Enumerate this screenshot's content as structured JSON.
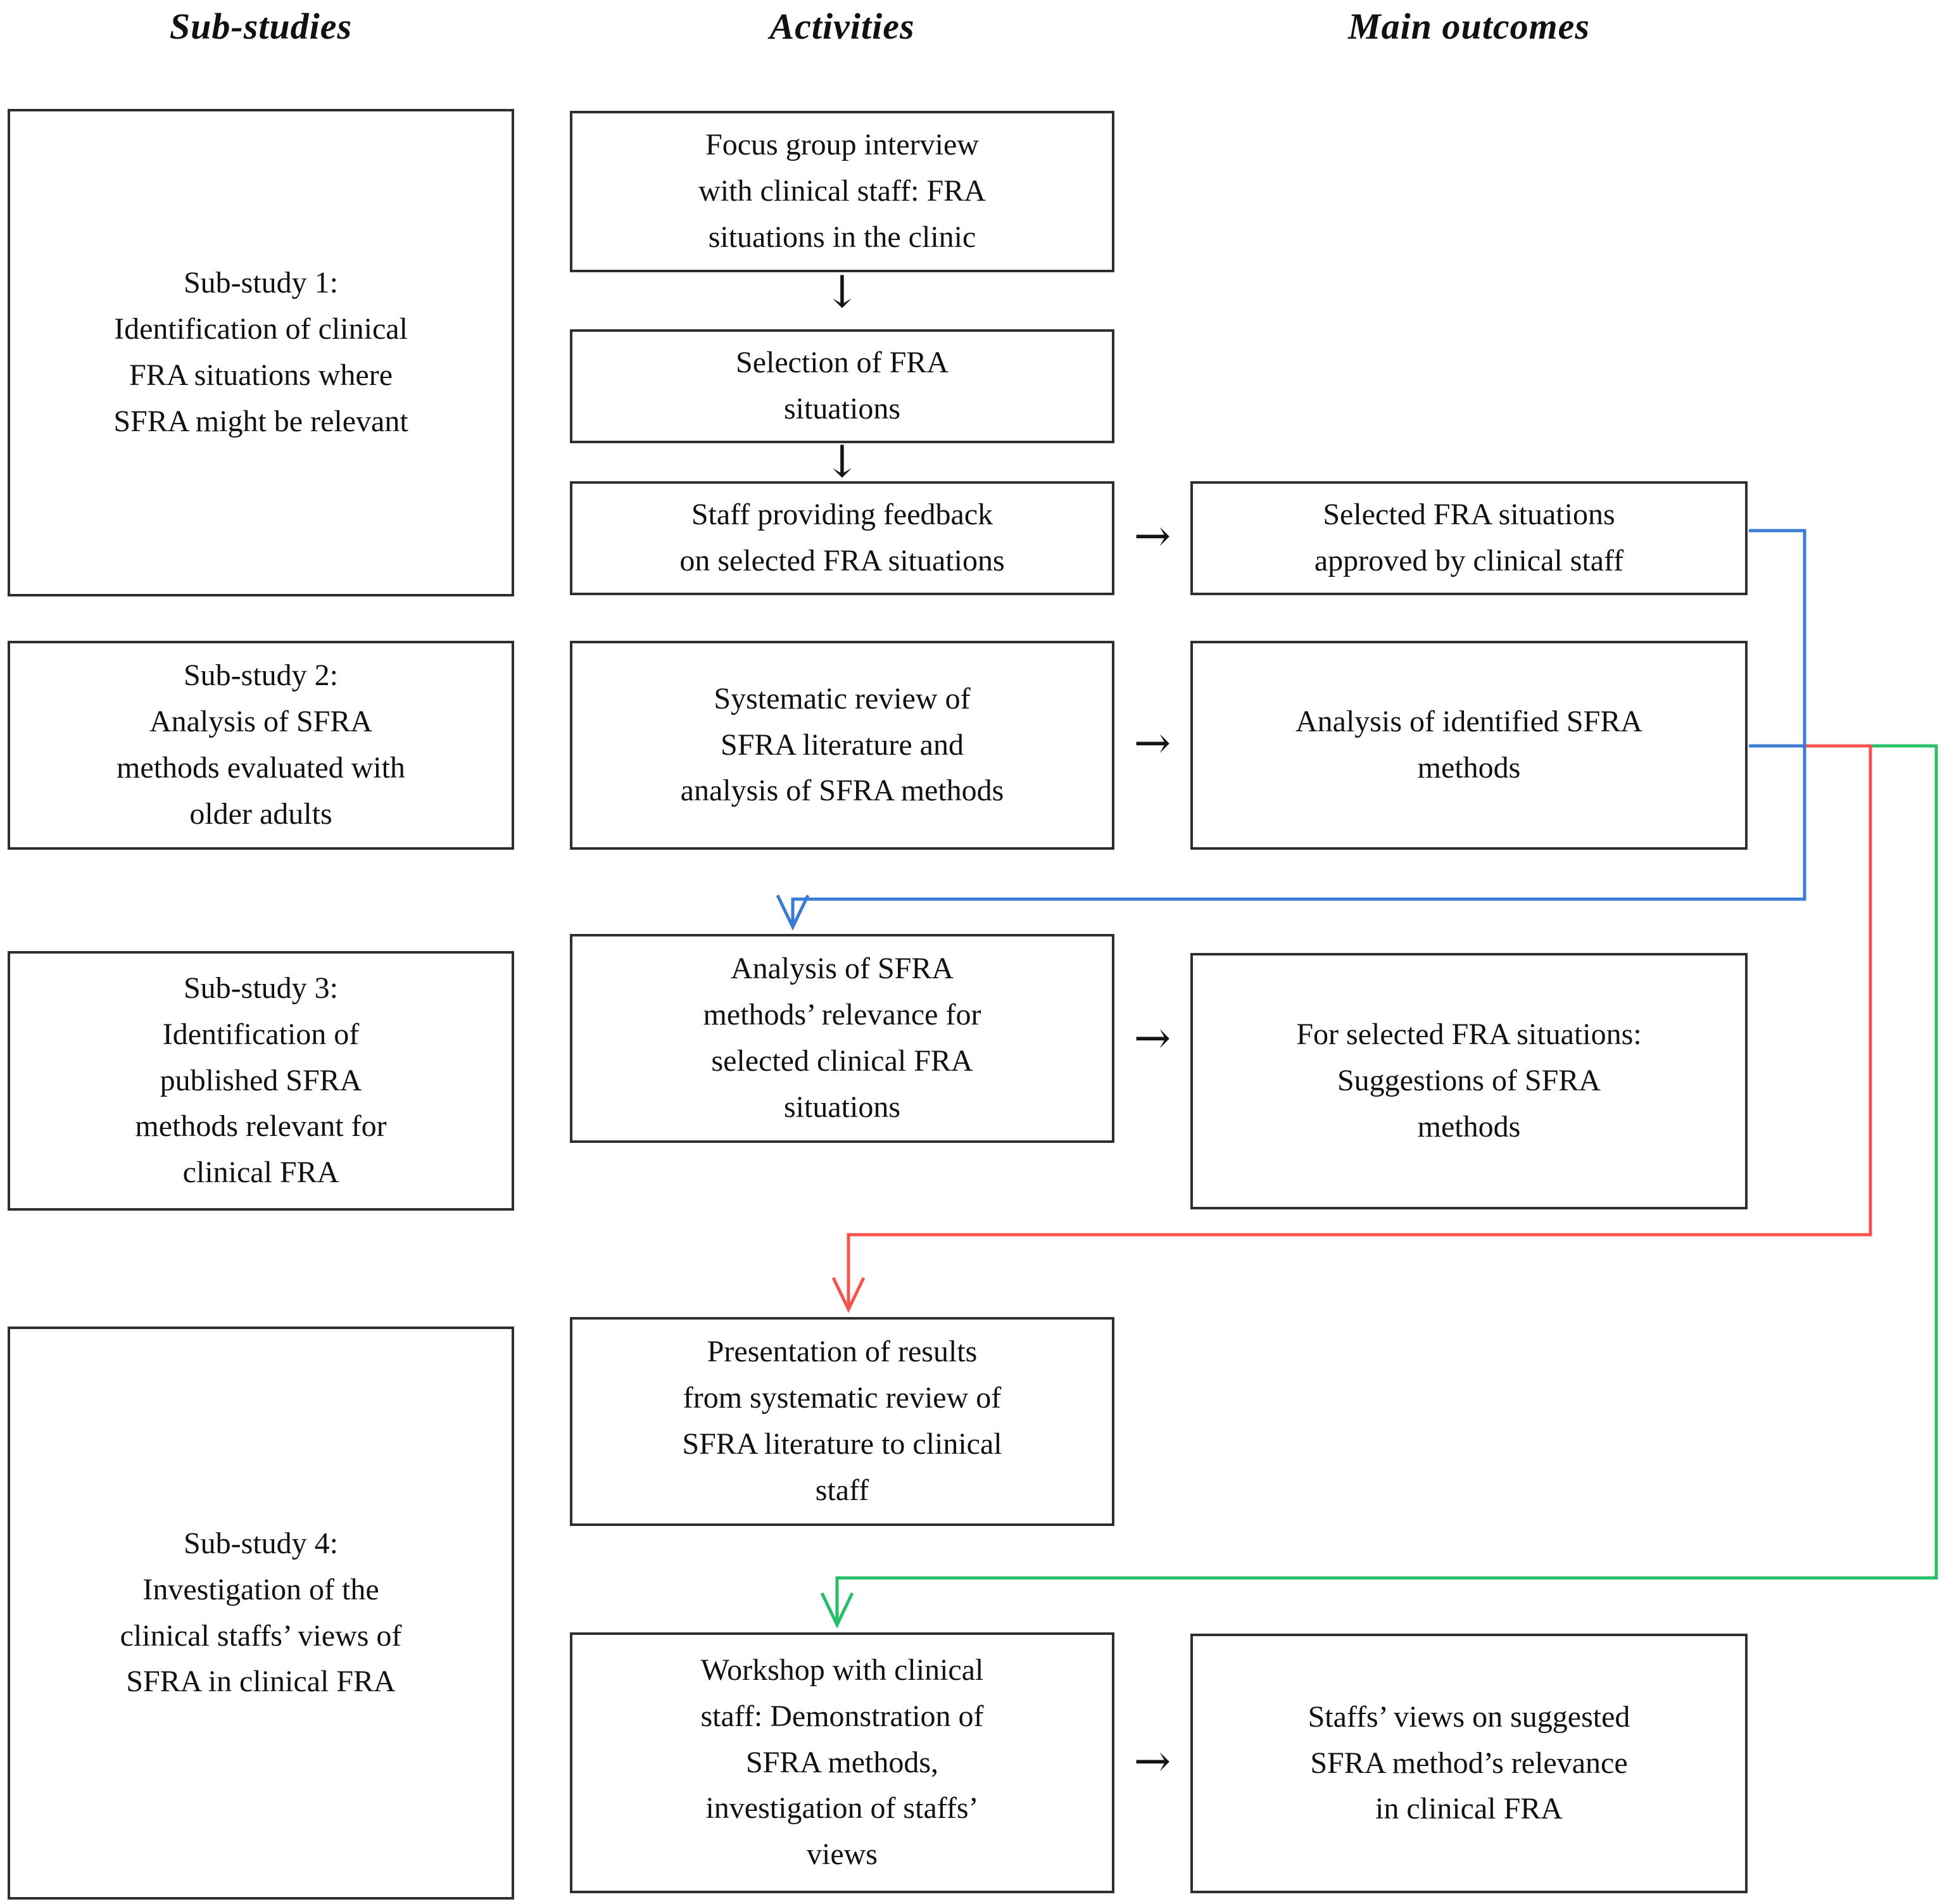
{
  "headers": [
    {
      "label": "Sub-studies"
    },
    {
      "label": "Activities"
    },
    {
      "label": "Main outcomes"
    }
  ],
  "sub_studies": [
    {
      "text": "Sub-study 1:\nIdentification of clinical\nFRA situations where\nSFRA might be relevant"
    },
    {
      "text": "Sub-study 2:\nAnalysis of SFRA\nmethods evaluated with\nolder adults"
    },
    {
      "text": "Sub-study 3:\nIdentification of\npublished SFRA\nmethods relevant for\nclinical FRA"
    },
    {
      "text": "Sub-study 4:\nInvestigation of the\nclinical staffs’ views of\nSFRA in clinical FRA"
    }
  ],
  "activities": [
    {
      "text": "Focus group interview\nwith clinical staff: FRA\nsituations in the clinic"
    },
    {
      "text": "Selection of FRA\nsituations"
    },
    {
      "text": "Staff providing feedback\non selected FRA situations"
    },
    {
      "text": "Systematic review of\nSFRA literature and\nanalysis of SFRA methods"
    },
    {
      "text": "Analysis of SFRA\nmethods’ relevance for\nselected clinical FRA\nsituations"
    },
    {
      "text": "Presentation of results\nfrom systematic review of\nSFRA literature to clinical\nstaff"
    },
    {
      "text": "Workshop with clinical\nstaff: Demonstration of\nSFRA methods,\ninvestigation of staffs’\nviews"
    }
  ],
  "outcomes": [
    {
      "text": "Selected FRA situations\napproved by clinical staff"
    },
    {
      "text": "Analysis of identified SFRA\nmethods"
    },
    {
      "text": "For selected FRA situations:\nSuggestions of SFRA\nmethods"
    },
    {
      "text": "Staffs’ views on suggested\nSFRA method’s relevance\nin clinical FRA"
    }
  ],
  "glyphs": {
    "down_arrow": "↓",
    "right_arrow": "→"
  },
  "colors": {
    "blue": "#3a7bd5",
    "red": "#f7534e",
    "green": "#27bf65",
    "box_border": "#2f2f2f",
    "text": "#111111"
  }
}
